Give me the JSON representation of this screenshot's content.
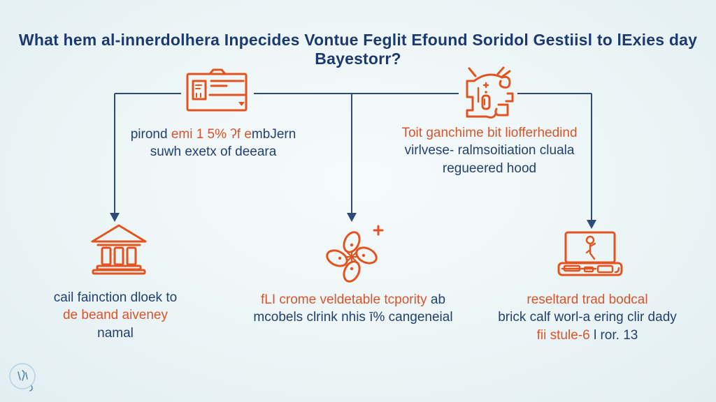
{
  "title": "What hem al-innerdolhera Inpecides Vontue Feglit Efound Soridol Gestiisl to lExies day Bayestorr?",
  "colors": {
    "accent_orange": "#e2531f",
    "orange_text": "#d9542b",
    "navy_text": "#23406f",
    "line_navy": "#2e4a7c",
    "background": "#ecf5f6"
  },
  "watermark": {
    "icon": "scribble-logo-icon"
  },
  "nodes": {
    "id_card": {
      "icon": "id-card-icon",
      "lines": [
        {
          "segments": [
            {
              "text": "pirond ",
              "color": "navy"
            },
            {
              "text": "emi 1 5% ʔf e",
              "color": "orange"
            },
            {
              "text": "mbJern",
              "color": "navy"
            }
          ]
        },
        {
          "segments": [
            {
              "text": "suwh exetx of deeara",
              "color": "navy"
            }
          ]
        }
      ]
    },
    "bug": {
      "icon": "bug-icon",
      "lines": [
        {
          "segments": [
            {
              "text": "Toit ganchime bit liofferhedind",
              "color": "orange"
            }
          ]
        },
        {
          "segments": [
            {
              "text": "virlvese- ralmsoitiation cluala",
              "color": "navy"
            }
          ]
        },
        {
          "segments": [
            {
              "text": "regueered hood",
              "color": "navy"
            }
          ]
        }
      ]
    },
    "bank": {
      "icon": "bank-icon",
      "lines": [
        {
          "segments": [
            {
              "text": "cail fainction dloek to",
              "color": "navy"
            }
          ]
        },
        {
          "segments": [
            {
              "text": "de beand aiveney",
              "color": "orange"
            }
          ]
        },
        {
          "segments": [
            {
              "text": "namal",
              "color": "navy"
            }
          ]
        }
      ]
    },
    "flower": {
      "icon": "flower-nodes-icon",
      "lines": [
        {
          "segments": [
            {
              "text": "fLI crome veldetable tcpority ",
              "color": "orange"
            },
            {
              "text": "ab",
              "color": "navy"
            }
          ]
        },
        {
          "segments": [
            {
              "text": "mcobels clrink nhis ī% cangeneial",
              "color": "navy"
            }
          ]
        }
      ]
    },
    "laptop": {
      "icon": "laptop-icon",
      "lines": [
        {
          "segments": [
            {
              "text": "reseltard trad bodcal",
              "color": "orange"
            }
          ]
        },
        {
          "segments": [
            {
              "text": "brick calf worl-a ering clir dady",
              "color": "navy"
            }
          ]
        },
        {
          "segments": [
            {
              "text": "fii stule-6 ",
              "color": "orange"
            },
            {
              "text": "l ror. 13",
              "color": "navy"
            }
          ]
        }
      ]
    }
  }
}
